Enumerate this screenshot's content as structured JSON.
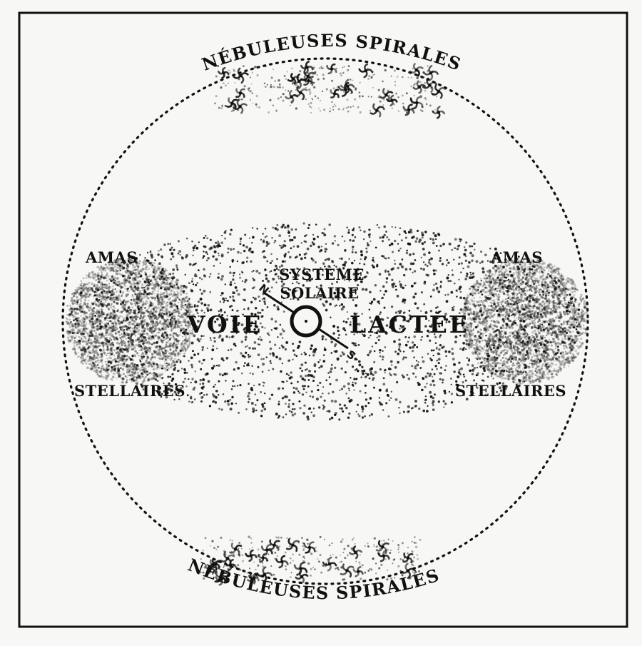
{
  "labels": {
    "nebulae_top": "NÉBULEUSES SPIRALES",
    "nebulae_bottom": "NÉBULEUSES SPIRALES",
    "clusters_left_top": "AMAS",
    "clusters_left_bottom": "STELLAIRES",
    "clusters_right_top": "AMAS",
    "clusters_right_bottom": "STELLAIRES",
    "solar_system_line1": "SYSTÈME",
    "solar_system_line2": "SOLAIRE",
    "milky_way_left": "VOIE",
    "milky_way_right": "LACTÉE",
    "axis_north": "N",
    "axis_south": "S"
  },
  "colors": {
    "ink": "#111111",
    "paper": "#f7f7f5"
  }
}
